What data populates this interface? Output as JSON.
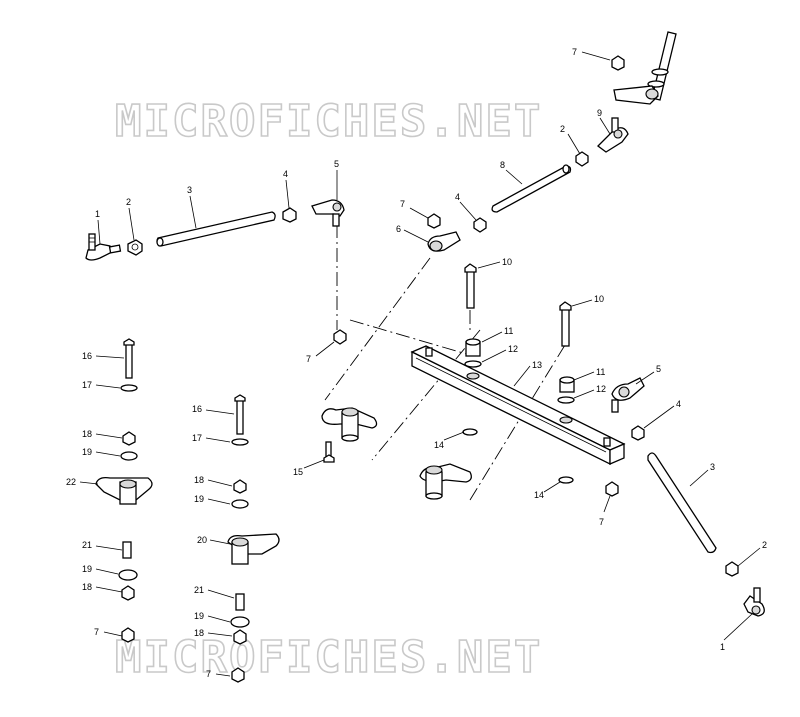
{
  "watermark": {
    "text": "MICROFICHES.NET"
  },
  "callouts": [
    {
      "id": "c7-top",
      "label": "7"
    },
    {
      "id": "c2-top",
      "label": "2"
    },
    {
      "id": "c9",
      "label": "9"
    },
    {
      "id": "c8",
      "label": "8"
    },
    {
      "id": "c5-left",
      "label": "5"
    },
    {
      "id": "c4-left",
      "label": "4"
    },
    {
      "id": "c3-left",
      "label": "3"
    },
    {
      "id": "c2-left",
      "label": "2"
    },
    {
      "id": "c1-left",
      "label": "1"
    },
    {
      "id": "c7-mid",
      "label": "7"
    },
    {
      "id": "c4-mid",
      "label": "4"
    },
    {
      "id": "c6",
      "label": "6"
    },
    {
      "id": "c10-a",
      "label": "10"
    },
    {
      "id": "c10-b",
      "label": "10"
    },
    {
      "id": "c11-a",
      "label": "11"
    },
    {
      "id": "c12-a",
      "label": "12"
    },
    {
      "id": "c13",
      "label": "13"
    },
    {
      "id": "c11-b",
      "label": "11"
    },
    {
      "id": "c12-b",
      "label": "12"
    },
    {
      "id": "c5-right",
      "label": "5"
    },
    {
      "id": "c4-right",
      "label": "4"
    },
    {
      "id": "c3-right",
      "label": "3"
    },
    {
      "id": "c2-right",
      "label": "2"
    },
    {
      "id": "c1-right",
      "label": "1"
    },
    {
      "id": "c7-center",
      "label": "7"
    },
    {
      "id": "c14-a",
      "label": "14"
    },
    {
      "id": "c14-b",
      "label": "14"
    },
    {
      "id": "c7-right",
      "label": "7"
    },
    {
      "id": "c15",
      "label": "15"
    },
    {
      "id": "c16-a",
      "label": "16"
    },
    {
      "id": "c17-a",
      "label": "17"
    },
    {
      "id": "c18-a",
      "label": "18"
    },
    {
      "id": "c19-a",
      "label": "19"
    },
    {
      "id": "c22",
      "label": "22"
    },
    {
      "id": "c21-a",
      "label": "21"
    },
    {
      "id": "c19-b",
      "label": "19"
    },
    {
      "id": "c18-b",
      "label": "18"
    },
    {
      "id": "c7-bl",
      "label": "7"
    },
    {
      "id": "c16-b",
      "label": "16"
    },
    {
      "id": "c17-b",
      "label": "17"
    },
    {
      "id": "c18-c",
      "label": "18"
    },
    {
      "id": "c19-c",
      "label": "19"
    },
    {
      "id": "c20",
      "label": "20"
    },
    {
      "id": "c21-b",
      "label": "21"
    },
    {
      "id": "c19-d",
      "label": "19"
    },
    {
      "id": "c18-d",
      "label": "18"
    },
    {
      "id": "c7-bm",
      "label": "7"
    }
  ]
}
